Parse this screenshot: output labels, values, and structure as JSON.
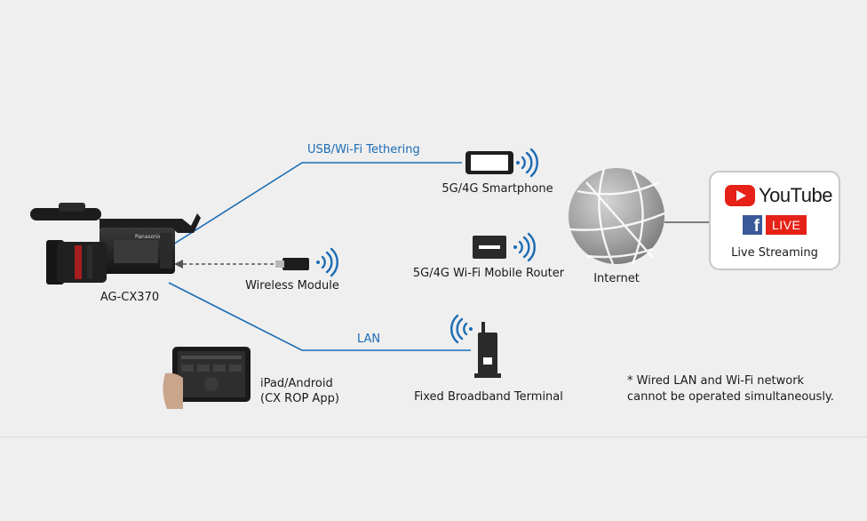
{
  "connections": {
    "usb_wifi_tethering": "USB/Wi-Fi Tethering",
    "lan": "LAN"
  },
  "devices": {
    "camera": "AG-CX370",
    "smartphone": "5G/4G Smartphone",
    "router": "5G/4G Wi-Fi Mobile Router",
    "wireless_module": "Wireless Module",
    "fixed_terminal": "Fixed Broadband Terminal",
    "tablet_line1": "iPad/Android",
    "tablet_line2": "(CX ROP App)",
    "internet": "Internet"
  },
  "streaming": {
    "youtube": "YouTube",
    "facebook_letter": "f",
    "live": "LIVE",
    "label": "Live Streaming"
  },
  "note": {
    "line1": "* Wired LAN and Wi-Fi network",
    "line2": "cannot be operated simultaneously."
  },
  "colors": {
    "line_blue": "#1b6cb4",
    "youtube_red": "#e62117",
    "facebook_blue": "#3b5998"
  }
}
